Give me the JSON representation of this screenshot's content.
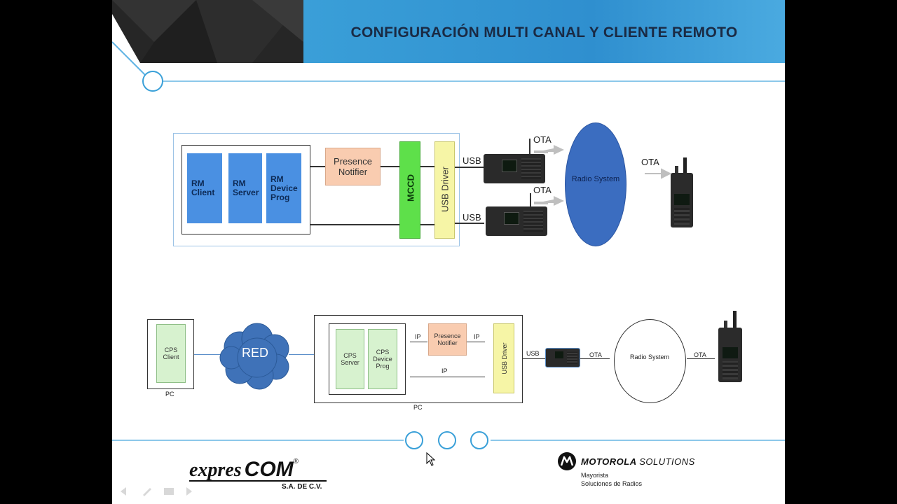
{
  "slide": {
    "title": "CONFIGURACIÓN MULTI CANAL Y CLIENTE REMOTO"
  },
  "diagram_top": {
    "rm_blocks": [
      "RM\nClient",
      "RM\nServer",
      "RM\nDevice\nProg"
    ],
    "rm_client": "RM Client",
    "rm_server": "RM Server",
    "rm_device_prog": "RM Device Prog",
    "presence_notifier": "Presence Notifier",
    "mccd": "MCCD",
    "usb_driver": "USB Driver",
    "usb_label_1": "USB",
    "usb_label_2": "USB",
    "ota_label_1": "OTA",
    "ota_label_2": "OTA",
    "ota_label_3": "OTA",
    "radio_system": "Radio System"
  },
  "diagram_bottom": {
    "cps_client": "CPS Client",
    "pc_left": "PC",
    "red": "RED",
    "cps_server": "CPS Server",
    "cps_device_prog": "CPS Device Prog",
    "ip_left": "IP",
    "ip_right": "IP",
    "ip_bottom": "IP",
    "presence_notifier": "Presence Notifier",
    "usb_driver": "USB Driver",
    "pc_right": "PC",
    "usb_label": "USB",
    "ota_left": "OTA",
    "ota_right": "OTA",
    "radio_system": "Radio System"
  },
  "footer": {
    "expres_text": "expres",
    "com_text": "COM",
    "registered": "®",
    "sa_text": "S.A. DE C.V.",
    "motorola": "MOTOROLA",
    "solutions": "SOLUTIONS",
    "mayorista": "Mayorista",
    "soluciones": "Soluciones de Radios"
  },
  "colors": {
    "header_blue": "#3a9fd8",
    "rm_block_blue": "#4a90e2",
    "mccd_green": "#5ee04a",
    "usb_driver_yellow": "#f6f5a6",
    "presence_peach": "#f9ccb0",
    "cloud_blue": "#3f72b8",
    "radio_system_blue": "#3b6dc0"
  }
}
